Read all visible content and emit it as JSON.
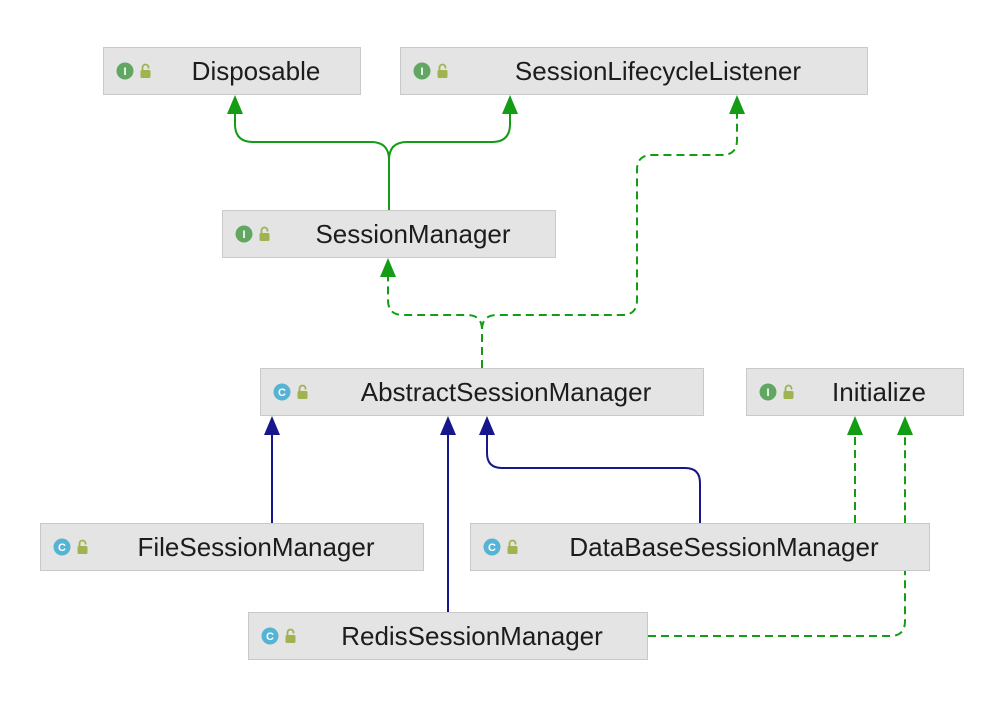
{
  "colors": {
    "green_line": "#149C14",
    "navy_line": "#17178C",
    "box_bg": "#E4E4E4",
    "box_border": "#C9C9C9",
    "text": "#1C1C1C",
    "interface_icon_bg": "#61A761",
    "class_icon_bg": "#55B4D4",
    "lock_color": "#9FB34F"
  },
  "nodes": [
    {
      "id": "disposable",
      "label": "Disposable",
      "kind": "interface",
      "icon_letter": "I"
    },
    {
      "id": "session-lifecycle-listener",
      "label": "SessionLifecycleListener",
      "kind": "interface",
      "icon_letter": "I"
    },
    {
      "id": "session-manager",
      "label": "SessionManager",
      "kind": "interface",
      "icon_letter": "I"
    },
    {
      "id": "abstract-session-manager",
      "label": "AbstractSessionManager",
      "kind": "class",
      "icon_letter": "C"
    },
    {
      "id": "initialize",
      "label": "Initialize",
      "kind": "interface",
      "icon_letter": "I"
    },
    {
      "id": "file-session-manager",
      "label": "FileSessionManager",
      "kind": "class",
      "icon_letter": "C"
    },
    {
      "id": "database-session-manager",
      "label": "DataBaseSessionManager",
      "kind": "class",
      "icon_letter": "C"
    },
    {
      "id": "redis-session-manager",
      "label": "RedisSessionManager",
      "kind": "class",
      "icon_letter": "C"
    }
  ],
  "edges": [
    {
      "from": "SessionManager",
      "to": "Disposable",
      "relation": "extends",
      "style": "solid-green"
    },
    {
      "from": "SessionManager",
      "to": "SessionLifecycleListener",
      "relation": "extends",
      "style": "solid-green"
    },
    {
      "from": "AbstractSessionManager",
      "to": "SessionManager",
      "relation": "implements",
      "style": "dashed-green"
    },
    {
      "from": "AbstractSessionManager",
      "to": "SessionLifecycleListener",
      "relation": "implements",
      "style": "dashed-green"
    },
    {
      "from": "FileSessionManager",
      "to": "AbstractSessionManager",
      "relation": "extends",
      "style": "solid-navy"
    },
    {
      "from": "RedisSessionManager",
      "to": "AbstractSessionManager",
      "relation": "extends",
      "style": "solid-navy"
    },
    {
      "from": "DataBaseSessionManager",
      "to": "AbstractSessionManager",
      "relation": "extends",
      "style": "solid-navy"
    },
    {
      "from": "DataBaseSessionManager",
      "to": "Initialize",
      "relation": "implements",
      "style": "dashed-green"
    },
    {
      "from": "RedisSessionManager",
      "to": "Initialize",
      "relation": "implements",
      "style": "dashed-green"
    }
  ]
}
